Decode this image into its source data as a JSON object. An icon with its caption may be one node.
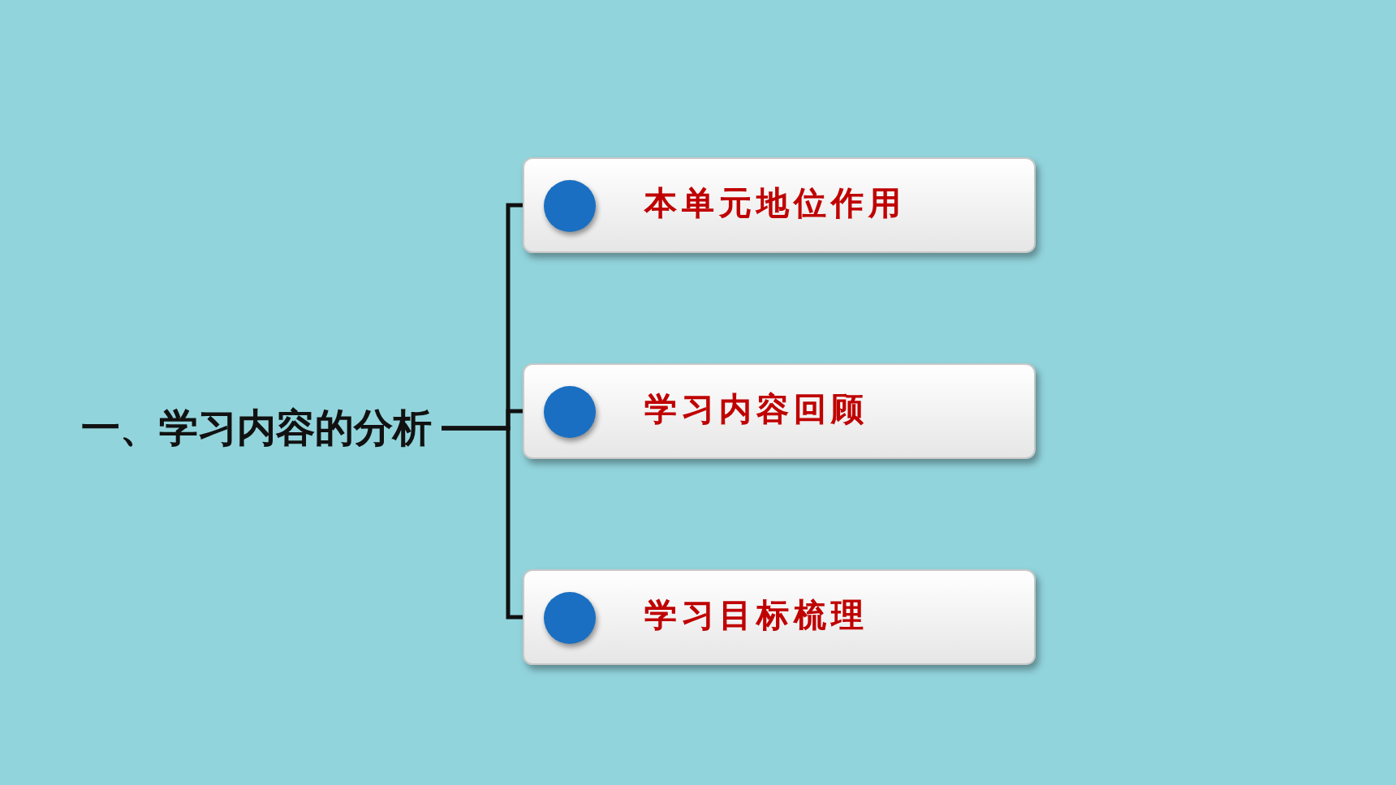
{
  "diagram": {
    "nodes": [
      {
        "text": [
          "一、学习内容的分析"
        ]
      },
      {
        "text": [
          "本单元地位作用"
        ]
      },
      {
        "text": [
          "学习内容回顾"
        ]
      },
      {
        "text": [
          "学习目标梳理"
        ]
      }
    ],
    "edges": [
      {
        "from": 0,
        "to": 1,
        "arrow": "none"
      },
      {
        "from": 0,
        "to": 2,
        "arrow": "none"
      },
      {
        "from": 0,
        "to": 3,
        "arrow": "none"
      }
    ]
  }
}
